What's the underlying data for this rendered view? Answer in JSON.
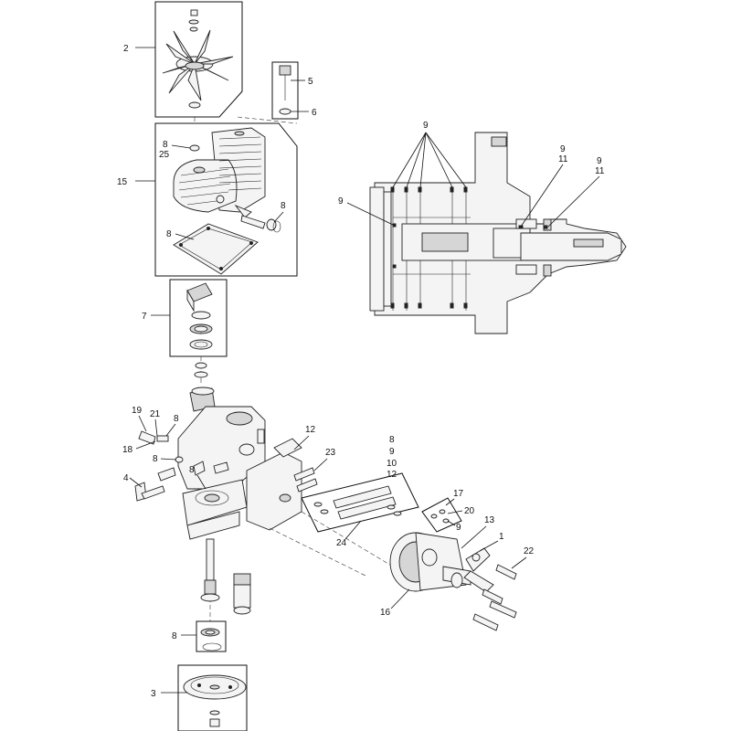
{
  "callouts": {
    "c2": "2",
    "c5": "5",
    "c6": "6",
    "c8a": "8",
    "c25": "25",
    "c15": "15",
    "c8b": "8",
    "c8c": "8",
    "c7": "7",
    "c9top": "9",
    "c9left": "9",
    "c9r1": "9",
    "c11r1": "11",
    "c9r2": "9",
    "c11r2": "11",
    "c19": "19",
    "c21": "21",
    "c8d": "8",
    "c18": "18",
    "c8e": "8",
    "c4": "4",
    "c8f": "8",
    "c12": "12",
    "c23": "23",
    "c8g": "8",
    "c9g": "9",
    "c10g": "10",
    "c12g": "12",
    "c17": "17",
    "c20": "20",
    "c9h": "9",
    "c13": "13",
    "c1": "1",
    "c22": "22",
    "c24": "24",
    "c16": "16",
    "c8h": "8",
    "c3": "3"
  },
  "colors": {
    "ink": "#111111",
    "part_fill": "#f4f4f4",
    "shade": "#d6d6d6"
  }
}
